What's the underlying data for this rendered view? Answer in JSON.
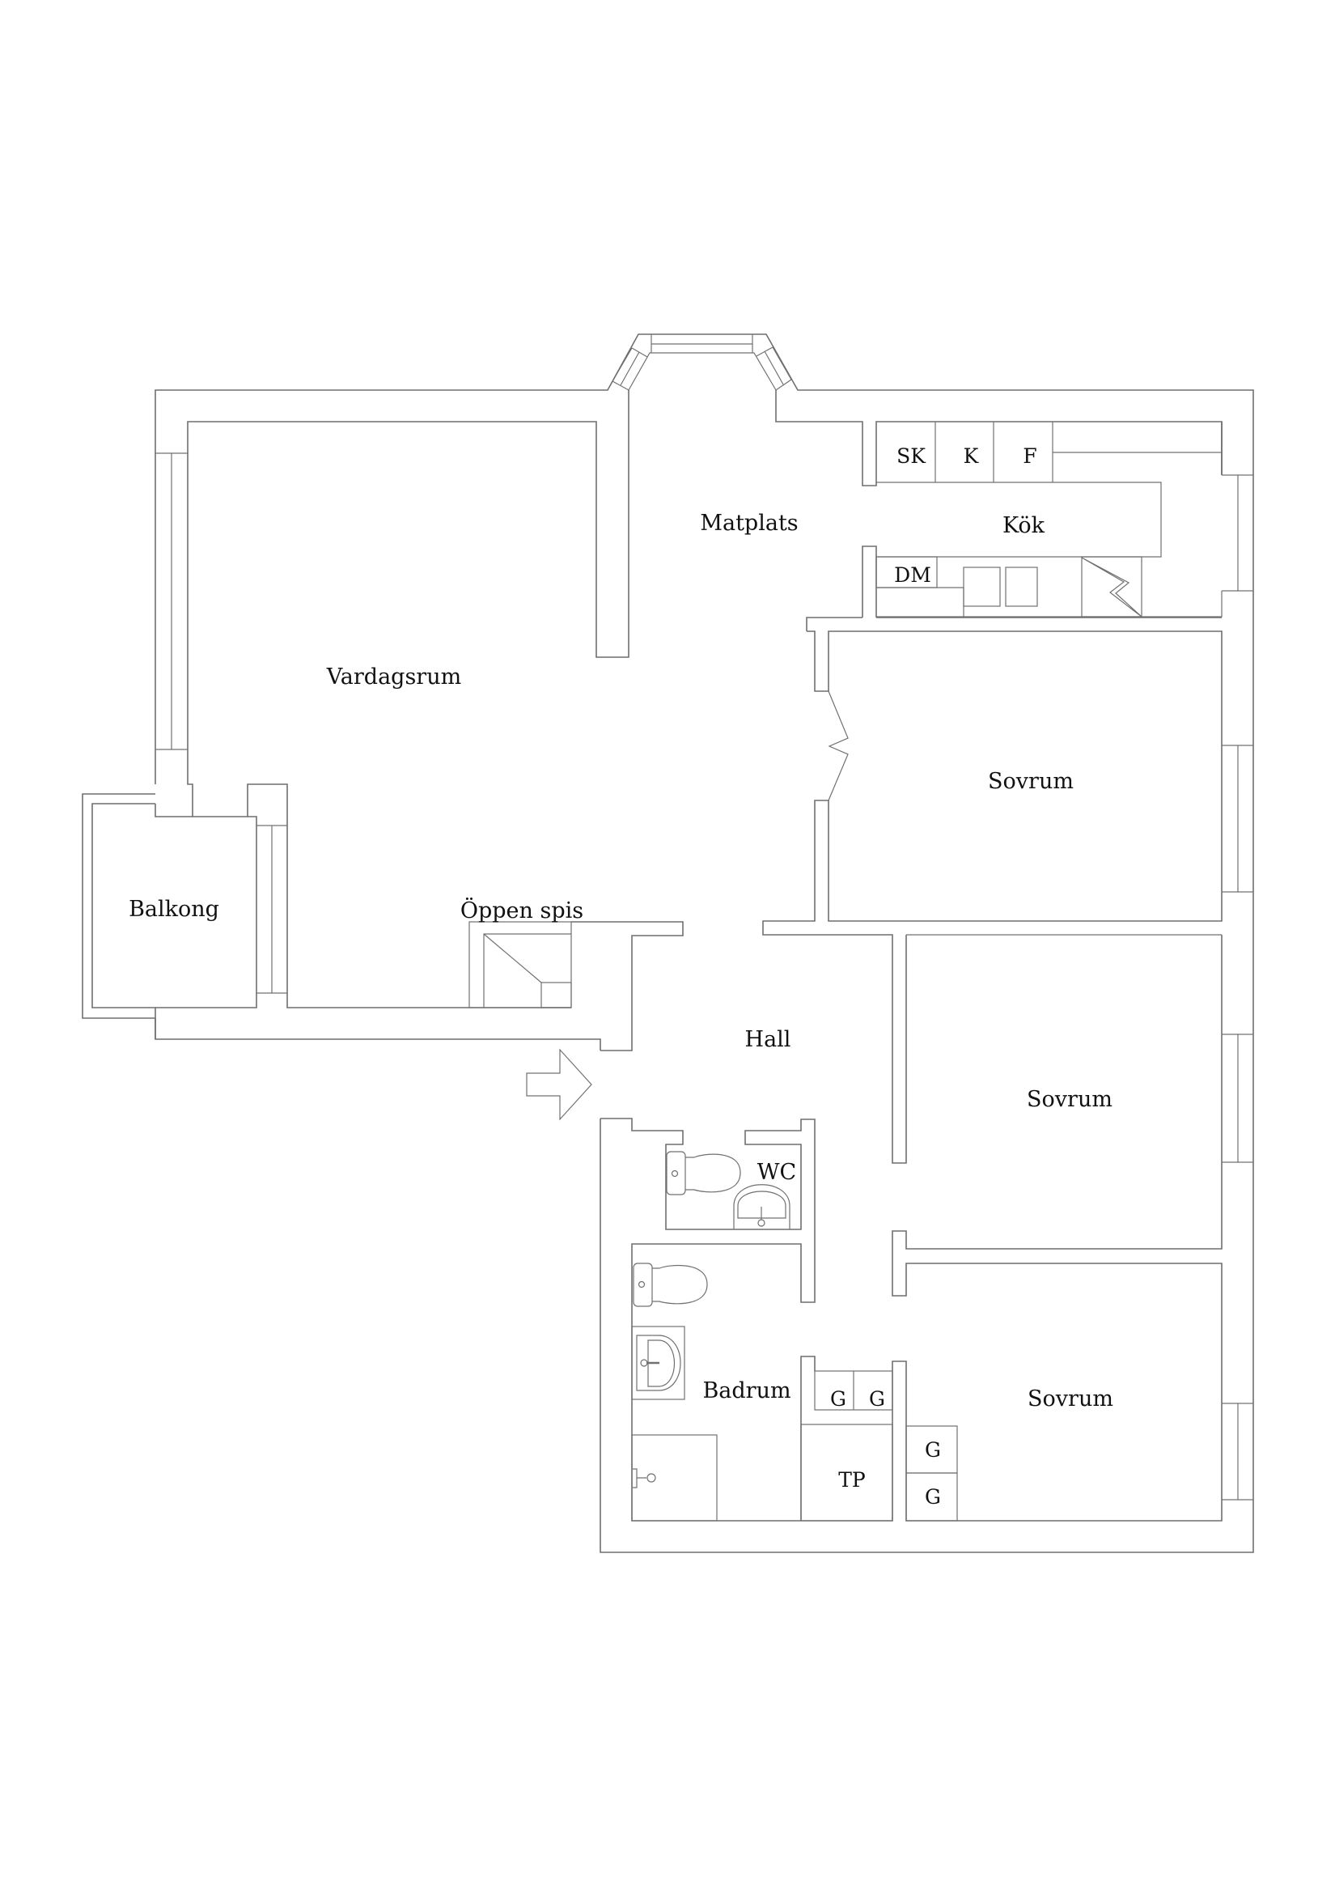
{
  "plan": {
    "rooms": {
      "vardagsrum": "Vardagsrum",
      "matplats": "Matplats",
      "kok": "Kök",
      "balkong": "Balkong",
      "oppen_spis": "Öppen spis",
      "hall": "Hall",
      "wc": "WC",
      "badrum": "Badrum",
      "sovrum_1": "Sovrum",
      "sovrum_2": "Sovrum",
      "sovrum_3": "Sovrum"
    },
    "fixtures": {
      "sk": "SK",
      "k": "K",
      "f": "F",
      "dm": "DM",
      "tp": "TP",
      "g_hall_1": "G",
      "g_hall_2": "G",
      "g_sovrum_1": "G",
      "g_sovrum_2": "G"
    },
    "colors": {
      "line": "#6f6f6f",
      "text": "#111111",
      "background": "#ffffff"
    }
  }
}
